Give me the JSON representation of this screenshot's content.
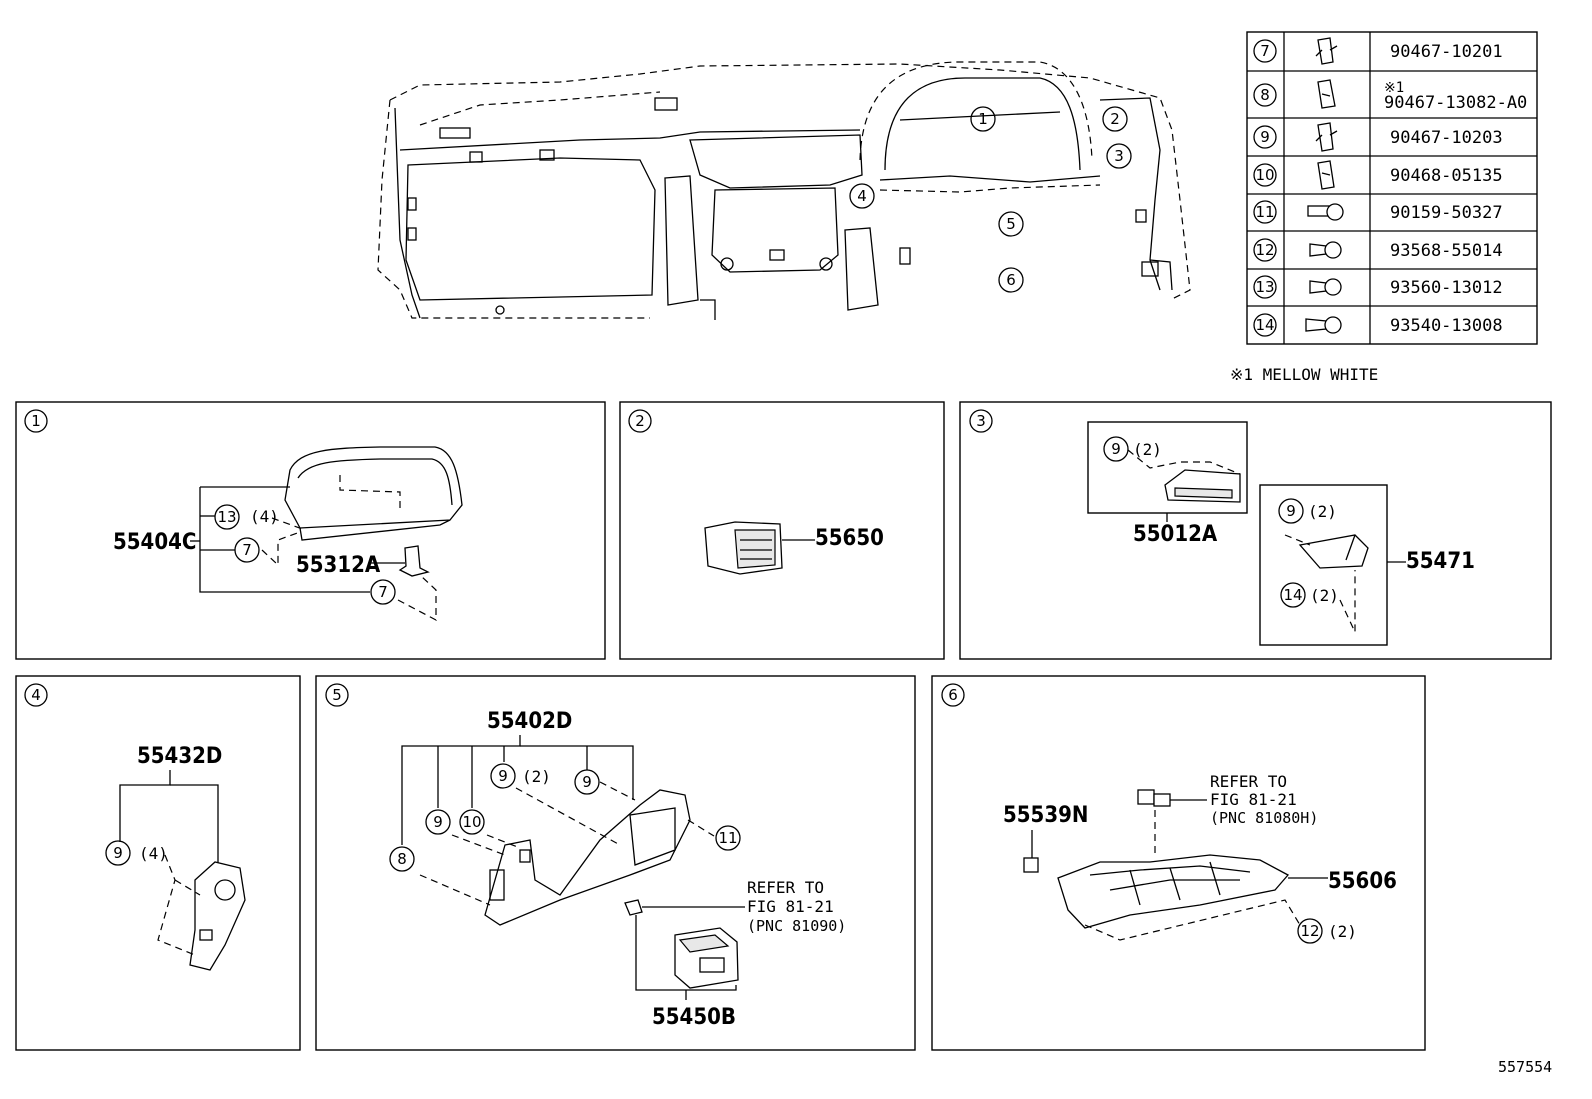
{
  "fastener_table": {
    "rows": [
      {
        "ref": "7",
        "part_no": "90467-10201",
        "note": ""
      },
      {
        "ref": "8",
        "part_no": "90467-13082-A0",
        "note": "※1"
      },
      {
        "ref": "9",
        "part_no": "90467-10203",
        "note": ""
      },
      {
        "ref": "10",
        "part_no": "90468-05135",
        "note": ""
      },
      {
        "ref": "11",
        "part_no": "90159-50327",
        "note": ""
      },
      {
        "ref": "12",
        "part_no": "93568-55014",
        "note": ""
      },
      {
        "ref": "13",
        "part_no": "93560-13012",
        "note": ""
      },
      {
        "ref": "14",
        "part_no": "93540-13008",
        "note": ""
      }
    ],
    "footnote": "※1  MELLOW  WHITE"
  },
  "overview": {
    "callouts": [
      "1",
      "2",
      "3",
      "4",
      "5",
      "6"
    ]
  },
  "panels": {
    "p1": {
      "ref": "1",
      "parts": {
        "a": "55404C",
        "b": "55312A"
      },
      "fasteners": {
        "a": "13",
        "a_qty": "(4)",
        "b": "7",
        "c": "7"
      }
    },
    "p2": {
      "ref": "2",
      "parts": {
        "a": "55650"
      }
    },
    "p3": {
      "ref": "3",
      "parts": {
        "a": "55012A",
        "b": "55471"
      },
      "fasteners": {
        "a": "9",
        "a_qty": "(2)",
        "b": "9",
        "b_qty": "(2)",
        "c": "14",
        "c_qty": "(2)"
      }
    },
    "p4": {
      "ref": "4",
      "parts": {
        "a": "55432D"
      },
      "fasteners": {
        "a": "9",
        "a_qty": "(4)"
      }
    },
    "p5": {
      "ref": "5",
      "parts": {
        "a": "55402D",
        "b": "55450B"
      },
      "fasteners": {
        "a": "9",
        "a_qty": "(2)",
        "b": "9",
        "c": "9",
        "d": "10",
        "e": "8",
        "f": "11"
      },
      "refer": {
        "l1": "REFER TO",
        "l2": "FIG 81-21",
        "l3": "(PNC 81090)"
      }
    },
    "p6": {
      "ref": "6",
      "parts": {
        "a": "55539N",
        "b": "55606"
      },
      "fasteners": {
        "a": "12",
        "a_qty": "(2)"
      },
      "refer": {
        "l1": "REFER TO",
        "l2": "FIG 81-21",
        "l3": "(PNC 81080H)"
      }
    }
  },
  "figure_id": "557554"
}
